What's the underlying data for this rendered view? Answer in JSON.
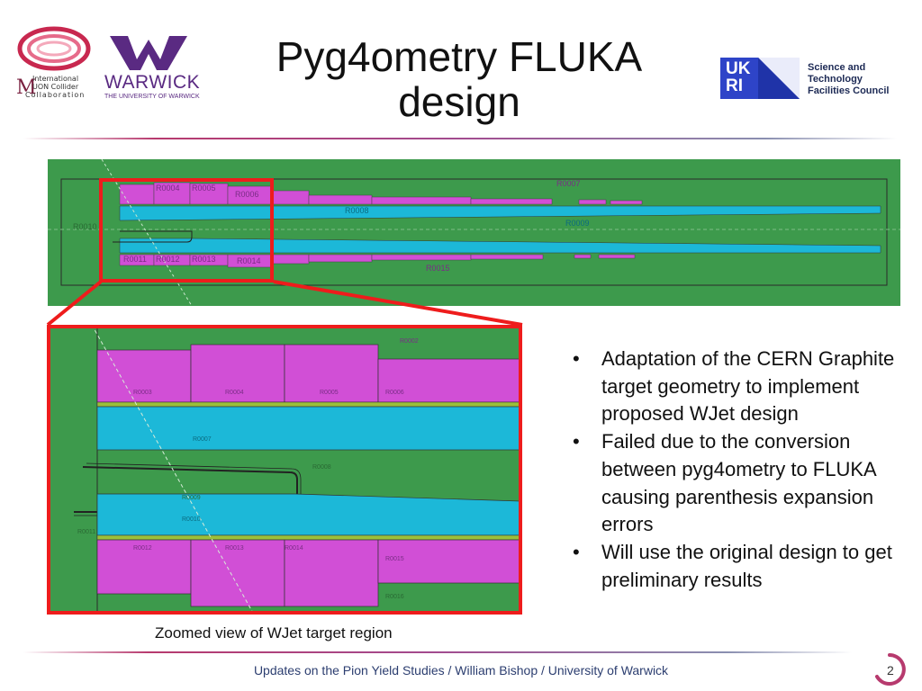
{
  "header": {
    "title_line1": "Pyg4ometry FLUKA",
    "title_line2": "design",
    "imcc_logo": {
      "line1": "International",
      "line2": "UON Collider",
      "line3": "Collaboration",
      "initial": "M"
    },
    "warwick_logo": {
      "name": "WARWICK",
      "subtitle": "THE UNIVERSITY OF WARWICK"
    },
    "ukri_logo": {
      "letters_top": "UK",
      "letters_bottom": "RI",
      "line1": "Science and",
      "line2": "Technology",
      "line3": "Facilities Council"
    }
  },
  "colors": {
    "geometry_green": "#3d9a4c",
    "geometry_cyan": "#1cb8d8",
    "geometry_magenta": "#d14fd6",
    "highlight_red": "#ee1c1c",
    "warwick_purple": "#5a2a82",
    "ukri_blue": "#2e44c8"
  },
  "figure": {
    "top_labels": [
      "R0004",
      "R0005",
      "R0006",
      "R0007",
      "R0008",
      "R0009",
      "R0010",
      "R0011",
      "R0012",
      "R0013",
      "R0014",
      "R0015"
    ],
    "zoom_labels": [
      "R0002",
      "R0003",
      "R0004",
      "R0005",
      "R0006",
      "R0007",
      "R0008",
      "R0009",
      "R0010",
      "R0011",
      "R0012",
      "R0013",
      "R0014",
      "R0015",
      "R0016"
    ]
  },
  "bullets": [
    "Adaptation of the CERN Graphite target geometry to implement proposed WJet design",
    "Failed due to the conversion between pyg4ometry to FLUKA causing parenthesis expansion errors",
    "Will use the original design to get preliminary results"
  ],
  "bullet_symbol": "•",
  "caption": "Zoomed view of WJet target region",
  "footer": {
    "text": "Updates on the Pion Yield Studies / William Bishop / University of Warwick",
    "page": "2"
  }
}
